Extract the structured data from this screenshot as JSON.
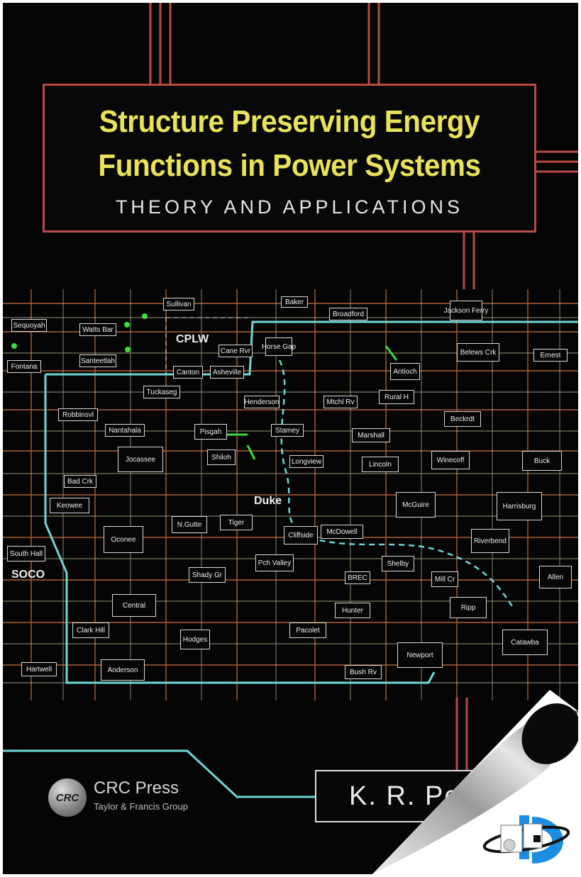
{
  "book": {
    "title_line1": "Structure Preserving Energy",
    "title_line2": "Functions in Power Systems",
    "subtitle": "THEORY AND APPLICATIONS",
    "author": "K. R. Po",
    "publisher_name": "CRC Press",
    "publisher_group": "Taylor & Francis Group",
    "publisher_logo_text": "CRC"
  },
  "map": {
    "region_labels": [
      "CPLW",
      "Duke",
      "SOCO"
    ],
    "nodes": [
      "Sullivan",
      "Baker",
      "Broadford",
      "Jackson Ferry",
      "Antioch",
      "Belews Crk",
      "Sequoyah",
      "Watts Bar",
      "Canton",
      "Asheville",
      "Cane Rvr",
      "Horse Gap",
      "Fontana",
      "Santeetlah",
      "Robbinsvl",
      "Nantahala",
      "Tuckaseg",
      "Pisgah",
      "Henderson",
      "Mtchl Rv",
      "Rural H",
      "Stamey",
      "Marshall",
      "Beckrdt",
      "Ernest",
      "Jocassee",
      "Shiloh",
      "Longview",
      "Lincoln",
      "Winecoff",
      "Buck",
      "Bad Crk",
      "Keowee",
      "Oconee",
      "N.Gutte",
      "Tiger",
      "Cliffside",
      "McDowell",
      "McGuire",
      "Harrisburg",
      "South Hall",
      "Central",
      "Shady Gr",
      "Pch Valley",
      "Shelby",
      "Riverbend",
      "Allen",
      "Clark Hill",
      "Hodges",
      "Anderson",
      "Pacolet",
      "Newport",
      "Catawba",
      "Hartwell",
      "Bush Rv",
      "Ripp",
      "BREC",
      "Mill Cr",
      "Hunter"
    ]
  },
  "colors": {
    "background": "#050505",
    "title": "#e9e25a",
    "frame_red": "#b84a45",
    "boundary_cyan": "#6fd6d6",
    "bus_orange": "#c06a3a"
  }
}
